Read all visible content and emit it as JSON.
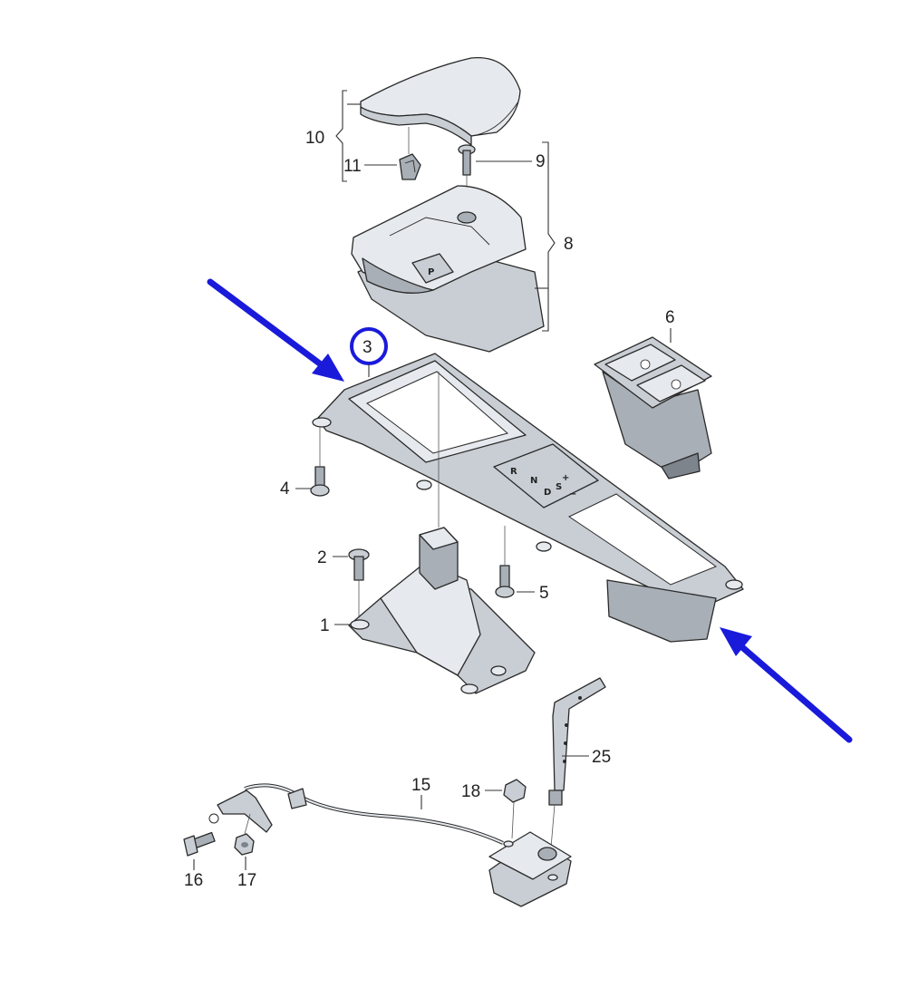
{
  "labels": {
    "l1": "1",
    "l2": "2",
    "l3": "3",
    "l4": "4",
    "l5": "5",
    "l6": "6",
    "l8": "8",
    "l9": "9",
    "l10": "10",
    "l11": "11",
    "l15": "15",
    "l16": "16",
    "l17": "17",
    "l18": "18",
    "l25": "25"
  },
  "glyphs": {
    "park": "P",
    "r": "R",
    "n": "N",
    "d": "D",
    "s": "S",
    "plus": "+",
    "minus": "−"
  },
  "colors": {
    "arrow": "#1a1adb",
    "highlight_circle": "#1a1adb",
    "part_fill": "#c9ced4",
    "line": "#2a2a2a"
  },
  "highlight": {
    "part": "3"
  }
}
